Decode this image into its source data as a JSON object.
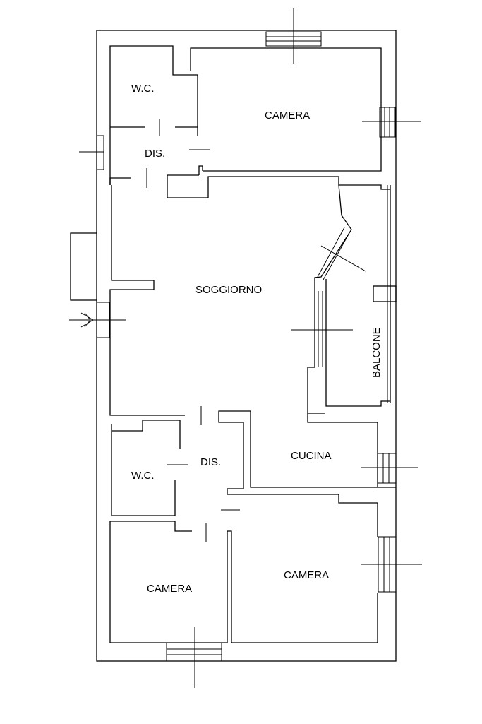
{
  "rooms": {
    "wc_top": "W.C.",
    "camera_top": "CAMERA",
    "dis_top": "DIS.",
    "soggiorno": "SOGGIORNO",
    "balcone": "BALCONE",
    "cucina": "CUCINA",
    "dis_bottom": "DIS.",
    "wc_bottom": "W.C.",
    "camera_bottom_left": "CAMERA",
    "camera_bottom_right": "CAMERA"
  },
  "colors": {
    "line": "#000000",
    "background": "#ffffff"
  }
}
